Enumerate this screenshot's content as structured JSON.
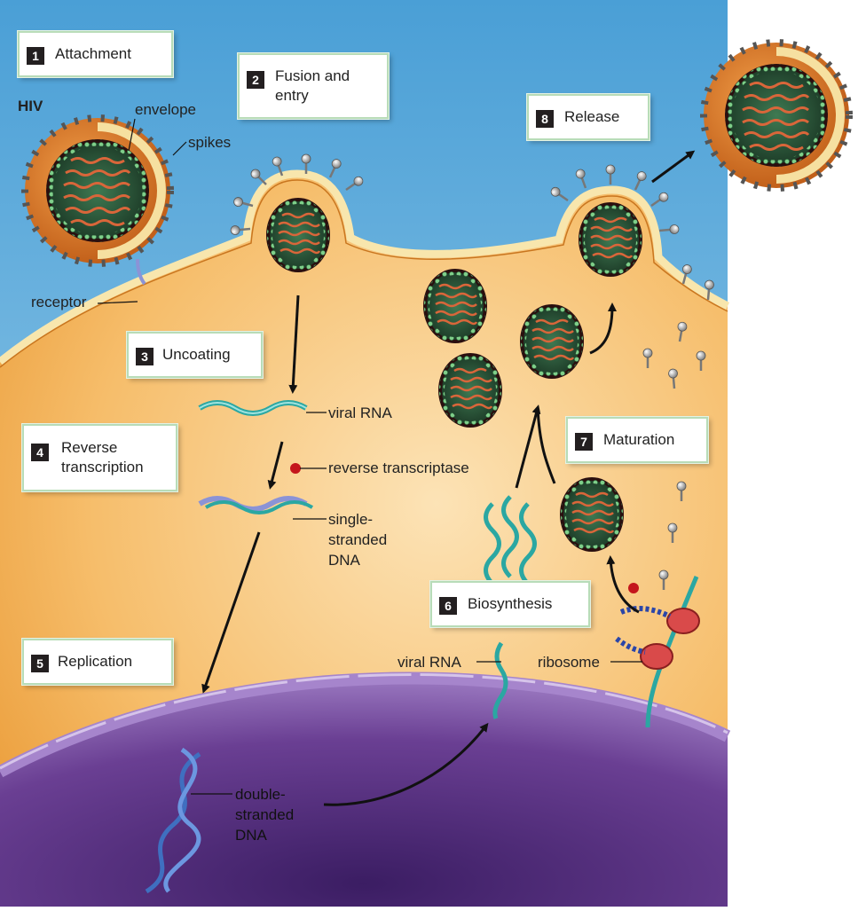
{
  "steps": [
    {
      "num": "1",
      "label": "Attachment"
    },
    {
      "num": "2",
      "label": "Fusion and\nentry"
    },
    {
      "num": "3",
      "label": "Uncoating"
    },
    {
      "num": "4",
      "label": "Reverse\ntranscription"
    },
    {
      "num": "5",
      "label": "Replication"
    },
    {
      "num": "6",
      "label": "Biosynthesis"
    },
    {
      "num": "7",
      "label": "Maturation"
    },
    {
      "num": "8",
      "label": "Release"
    }
  ],
  "labels": {
    "hiv": "HIV",
    "envelope": "envelope",
    "spikes": "spikes",
    "receptor": "receptor",
    "viral_rna": "viral RNA",
    "reverse_transcriptase": "reverse transcriptase",
    "single_stranded_dna": "single-\nstranded\nDNA",
    "double_stranded_dna": "double-\nstranded\nDNA",
    "viral_rna_2": "viral RNA",
    "ribosome": "ribosome"
  },
  "colors": {
    "sky": "#5fb3de",
    "cytoplasm": "#f2a94d",
    "nucleus": "#6b3d91",
    "membrane": "#f6e3a8",
    "capsid": "#2f5f3e",
    "rna": "#d9663a",
    "dna_single": "#8b93d6",
    "dna_double": "#3f6fc0",
    "viral_rna_strand": "#3fbdb8"
  }
}
